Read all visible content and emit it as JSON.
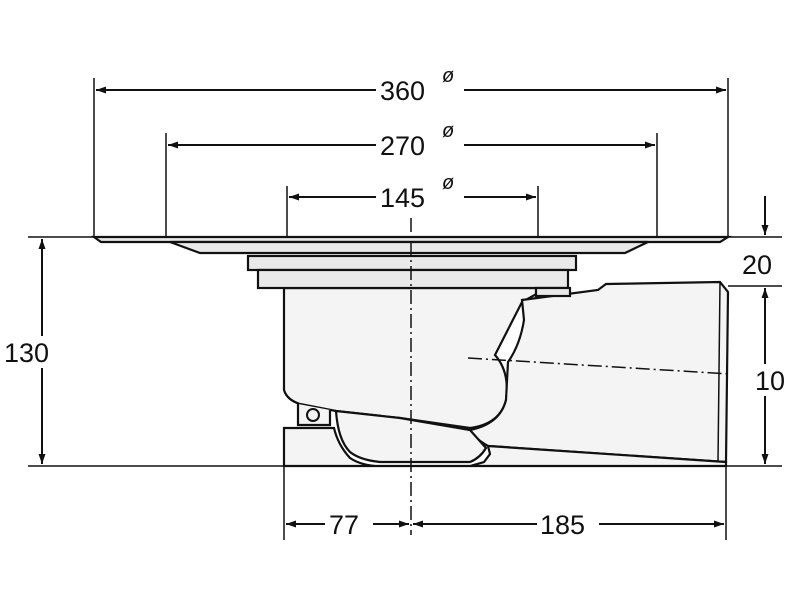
{
  "dimensions": {
    "flange_diameter": {
      "value": "360",
      "symbol": "ø"
    },
    "middle_diameter": {
      "value": "270",
      "symbol": "ø"
    },
    "body_diameter": {
      "value": "145",
      "symbol": "ø"
    },
    "total_height": "130",
    "flange_height": "20",
    "outlet_height": "10",
    "left_offset": "77",
    "outlet_length": "185"
  },
  "colors": {
    "line": "#111111",
    "background": "#ffffff",
    "fill": "#f4f4f4"
  }
}
